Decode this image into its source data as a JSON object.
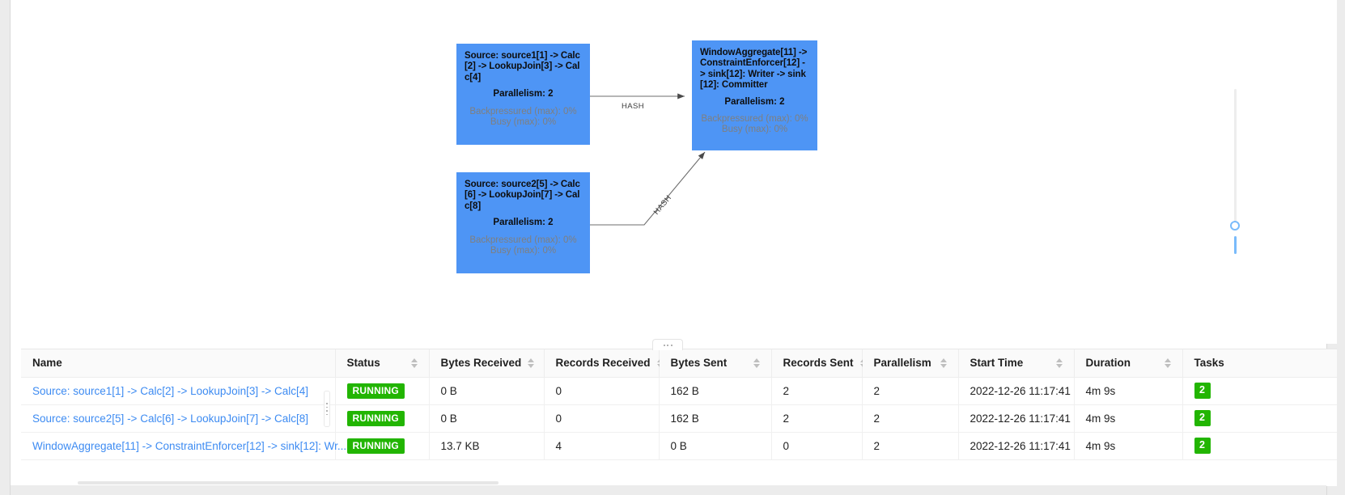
{
  "graph": {
    "nodes": [
      {
        "id": "source1",
        "title": "Source: source1[1] -> Calc[2] -> LookupJoin[3] -> Calc[4]",
        "parallelism_label": "Parallelism: 2",
        "backpressure_label": "Backpressured (max): 0%",
        "busy_label": "Busy (max): 0%",
        "color": "#4e95f5"
      },
      {
        "id": "source2",
        "title": "Source: source2[5] -> Calc[6] -> LookupJoin[7] -> Calc[8]",
        "parallelism_label": "Parallelism: 2",
        "backpressure_label": "Backpressured (max): 0%",
        "busy_label": "Busy (max): 0%",
        "color": "#4e95f5"
      },
      {
        "id": "windowaggregate",
        "title": "WindowAggregate[11] -> ConstraintEnforcer[12] -> sink[12]: Writer -> sink[12]: Committer",
        "parallelism_label": "Parallelism: 2",
        "backpressure_label": "Backpressured (max): 0%",
        "busy_label": "Busy (max): 0%",
        "color": "#4e95f5"
      }
    ],
    "edges": [
      {
        "from": "source1",
        "to": "windowaggregate",
        "label": "HASH"
      },
      {
        "from": "source2",
        "to": "windowaggregate",
        "label": "HASH"
      }
    ]
  },
  "zoom_slider": {
    "name": "zoom-level-slider",
    "accent": "#79bbfb"
  },
  "splitter": {
    "name": "panel-resize-handle"
  },
  "table": {
    "columns": [
      {
        "key": "name",
        "label": "Name",
        "sortable": false
      },
      {
        "key": "status",
        "label": "Status",
        "sortable": true
      },
      {
        "key": "bytes_received",
        "label": "Bytes Received",
        "sortable": true
      },
      {
        "key": "records_received",
        "label": "Records Received",
        "sortable": true
      },
      {
        "key": "bytes_sent",
        "label": "Bytes Sent",
        "sortable": true
      },
      {
        "key": "records_sent",
        "label": "Records Sent",
        "sortable": true
      },
      {
        "key": "parallelism",
        "label": "Parallelism",
        "sortable": true
      },
      {
        "key": "start_time",
        "label": "Start Time",
        "sortable": true
      },
      {
        "key": "duration",
        "label": "Duration",
        "sortable": true
      },
      {
        "key": "tasks",
        "label": "Tasks",
        "sortable": false
      }
    ],
    "rows": [
      {
        "name": "Source: source1[1] -> Calc[2] -> LookupJoin[3] -> Calc[4]",
        "status": "RUNNING",
        "bytes_received": "0 B",
        "records_received": "0",
        "bytes_sent": "162 B",
        "records_sent": "2",
        "parallelism": "2",
        "start_time": "2022-12-26 11:17:41",
        "duration": "4m 9s",
        "tasks": "2"
      },
      {
        "name": "Source: source2[5] -> Calc[6] -> LookupJoin[7] -> Calc[8]",
        "status": "RUNNING",
        "bytes_received": "0 B",
        "records_received": "0",
        "bytes_sent": "162 B",
        "records_sent": "2",
        "parallelism": "2",
        "start_time": "2022-12-26 11:17:41",
        "duration": "4m 9s",
        "tasks": "2"
      },
      {
        "name": "WindowAggregate[11] -> ConstraintEnforcer[12] -> sink[12]: Wr...",
        "status": "RUNNING",
        "bytes_received": "13.7 KB",
        "records_received": "4",
        "bytes_sent": "0 B",
        "records_sent": "0",
        "parallelism": "2",
        "start_time": "2022-12-26 11:17:41",
        "duration": "4m 9s",
        "tasks": "2"
      }
    ]
  },
  "colors": {
    "node_blue": "#4e95f5",
    "status_green": "#22b502",
    "link_blue": "#3d8bf2"
  }
}
